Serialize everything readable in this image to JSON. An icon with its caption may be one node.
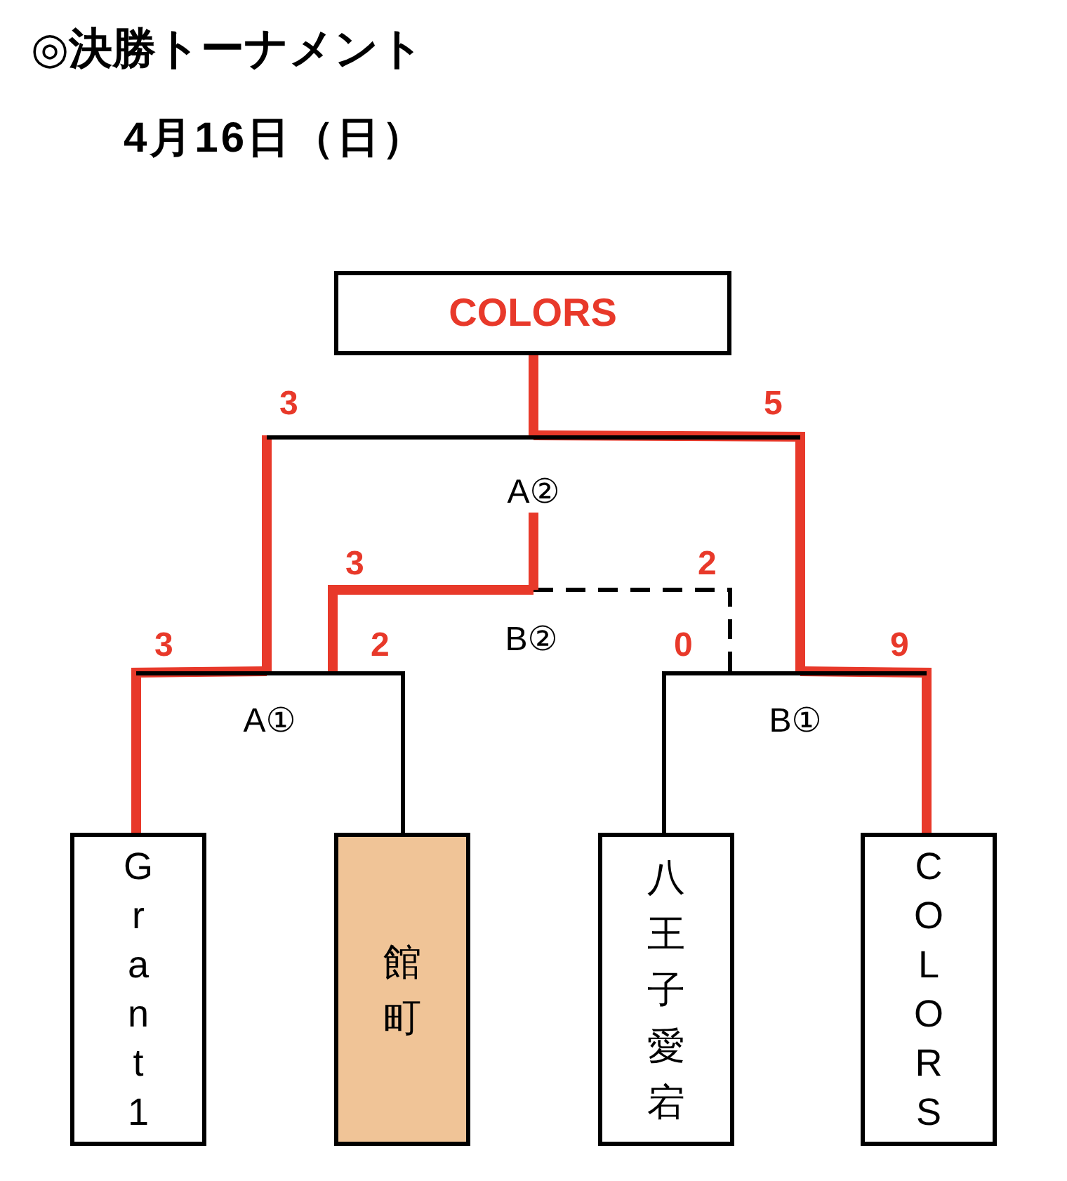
{
  "diagram": {
    "title": "◎決勝トーナメント",
    "nodes": [
      {
        "text": [
          "COLORS"
        ]
      },
      {
        "text": [
          "Grant1"
        ]
      },
      {
        "text": [
          "館町"
        ]
      },
      {
        "text": [
          "八王子愛宕"
        ]
      },
      {
        "text": [
          "COLORS"
        ]
      },
      {
        "text": [
          "A①"
        ]
      },
      {
        "text": [
          "B①"
        ]
      },
      {
        "text": [
          "B②"
        ]
      },
      {
        "text": [
          "A②"
        ]
      }
    ],
    "edges": [
      {
        "from": 1,
        "to": 5,
        "arrow": "none",
        "label": "3"
      },
      {
        "from": 2,
        "to": 5,
        "arrow": "none",
        "label": "2",
        "color": "#000000"
      },
      {
        "from": 3,
        "to": 6,
        "arrow": "none",
        "label": "0",
        "color": "#000000"
      },
      {
        "from": 4,
        "to": 6,
        "arrow": "none",
        "label": "9"
      },
      {
        "from": 5,
        "to": 8,
        "arrow": "none",
        "label": "3"
      },
      {
        "from": 6,
        "to": 8,
        "arrow": "none",
        "label": "5"
      },
      {
        "from": 8,
        "to": 0,
        "arrow": "none"
      },
      {
        "from": 5,
        "to": 7,
        "arrow": "none",
        "label": "3"
      },
      {
        "from": 6,
        "to": 7,
        "arrow": "none",
        "label": "2",
        "style": "dashed",
        "color": "#000000"
      },
      {
        "from": 7,
        "to": 8,
        "arrow": "none"
      }
    ],
    "labels": [
      "4月16日（日）"
    ]
  }
}
